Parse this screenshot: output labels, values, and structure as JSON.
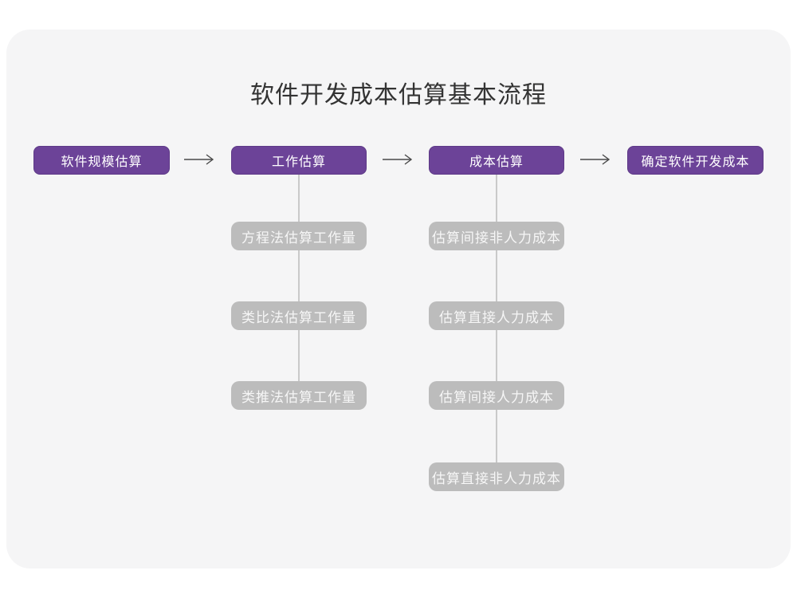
{
  "title": "软件开发成本估算基本流程",
  "flow": {
    "main_steps": [
      {
        "label": "软件规模估算"
      },
      {
        "label": "工作估算"
      },
      {
        "label": "成本估算"
      },
      {
        "label": "确定软件开发成本"
      }
    ],
    "work_estimation_methods": [
      "方程法估算工作量",
      "类比法估算工作量",
      "类推法估算工作量"
    ],
    "cost_estimation_steps": [
      "估算间接非人力成本",
      "估算直接人力成本",
      "估算间接人力成本",
      "估算直接非人力成本"
    ]
  },
  "colors": {
    "primary": "#6C4398",
    "primary_border": "#5E3A87",
    "node_gray": "#BCBCBC",
    "card_bg": "#F5F5F6",
    "connector": "#C9C9C9",
    "arrow": "#4A4A4A",
    "title_text": "#333333"
  }
}
